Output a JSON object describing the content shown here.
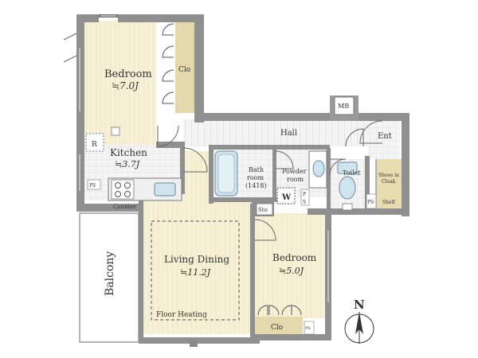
{
  "rooms": {
    "bedroom1": {
      "name": "Bedroom",
      "area": "≒7.0J"
    },
    "kitchen": {
      "name": "Kitchen",
      "area": "≒3.7J"
    },
    "living": {
      "name": "Living Dining",
      "area": "≒11.2J"
    },
    "bedroom2": {
      "name": "Bedroom",
      "area": "≒5.0J"
    },
    "bath": {
      "name": "Bath",
      "line2": "room",
      "size": "(1418)"
    },
    "powder": {
      "name": "Powder",
      "line2": "room"
    },
    "toilet": "Toilet",
    "hall": "Hall",
    "entrance": "Ent",
    "balcony": "Balcony",
    "shoes": {
      "line1": "Shoes in",
      "line2": "Cloak"
    }
  },
  "labels": {
    "clo_top": "Clo",
    "clo_bottom": "Clo",
    "mb": "MB",
    "fridge": "R",
    "ps_left": "PS",
    "ps_right": "PS",
    "ps_small": "PS",
    "counter": "Counter",
    "sto": "Sto",
    "washer": "W",
    "shelf": "Shelf",
    "p": "P",
    "s": "S",
    "floor_heating": "Floor Heating",
    "north": "N"
  },
  "colors": {
    "wall": "#8f8f8f",
    "wall_dark": "#6e6e6e",
    "floor": "#f6f0d6",
    "floor_line": "#e8dfb8",
    "tile": "#ececec",
    "closet": "#d9cfa3",
    "wet_fixture": "#cfe4ee",
    "text": "#333333"
  }
}
